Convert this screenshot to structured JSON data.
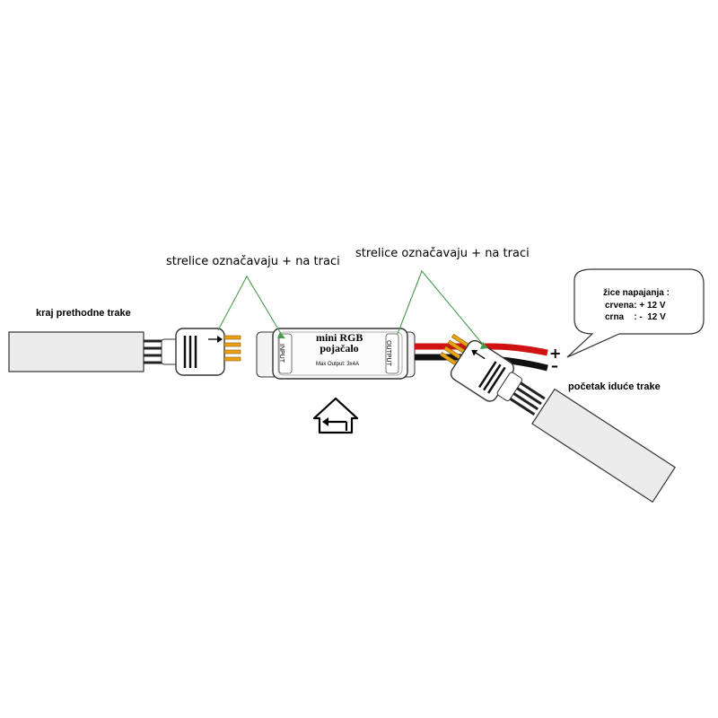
{
  "labels": {
    "prev_strip_end": "kraj prethodne trake",
    "next_strip_start": "početak iduće trake",
    "arrows_note_left": "strelice označavaju + na traci",
    "arrows_note_right": "strelice označavaju + na traci"
  },
  "amplifier": {
    "title_line1": "mini RGB",
    "title_line2": "pojačalo",
    "max_output": "Max Output: 3x4A",
    "input_label": "INPUT",
    "output_label": "OUTPUT"
  },
  "power_bubble": {
    "title": "žice napajanja :",
    "red_line": "crvena: + 12 V",
    "black_line": "crna    : -  12 V"
  },
  "polarity": {
    "plus": "+",
    "minus": "–"
  },
  "colors": {
    "red_wire": "#d01212",
    "black_wire": "#111111",
    "pin_gold": "#e7a316",
    "annotation_green": "#4a9a4a"
  },
  "icons": {
    "home": "home-back-icon"
  }
}
